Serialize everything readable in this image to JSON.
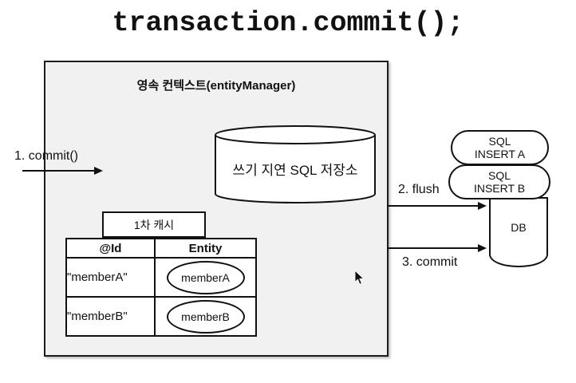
{
  "title": "transaction.commit();",
  "persistence_box": {
    "label": "영속 컨텍스트(entityManager)",
    "sql_store": {
      "label": "쓰기 지연 SQL 저장소"
    },
    "first_level_cache": {
      "label": "1차 캐시",
      "table": {
        "headers": [
          "@Id",
          "Entity"
        ],
        "rows": [
          {
            "id": "\"memberA\"",
            "entity": "memberA"
          },
          {
            "id": "\"memberB\"",
            "entity": "memberB"
          }
        ]
      }
    }
  },
  "steps": {
    "commit_in": {
      "label": "1. commit()"
    },
    "flush": {
      "label": "2. flush"
    },
    "commit_db": {
      "label": "3. commit"
    }
  },
  "sql_statements": [
    {
      "line1": "SQL",
      "line2": "INSERT A"
    },
    {
      "line1": "SQL",
      "line2": "INSERT B"
    }
  ],
  "database": {
    "label": "DB"
  },
  "colors": {
    "stroke": "#111111",
    "persistence_box_fill": "#f1f1f2",
    "shape_fill": "#ffffff",
    "background": "#ffffff"
  }
}
